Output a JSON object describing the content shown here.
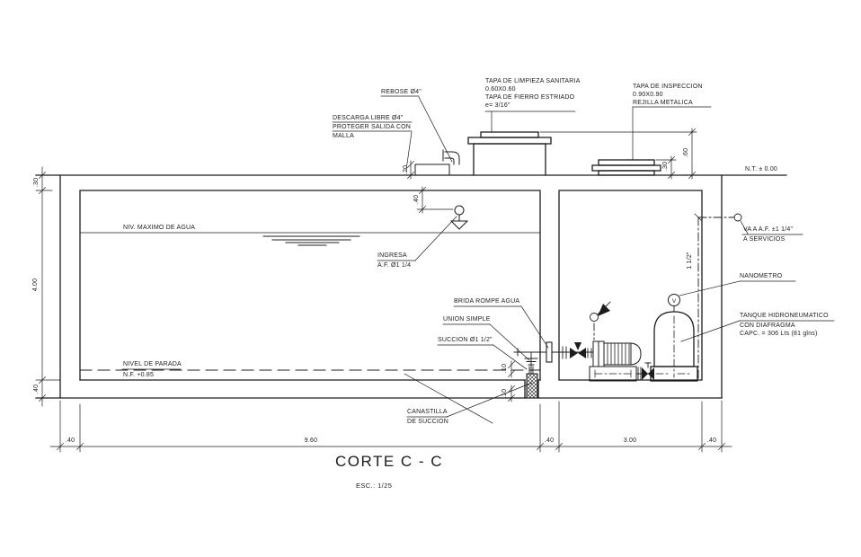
{
  "title": {
    "name": "CORTE C - C",
    "scale": "ESC.:  1/25"
  },
  "callouts": {
    "rebose": "REBOSE Ø4\"",
    "descarga_l1": "DESCARGA LIBRE Ø4\"",
    "descarga_l2": "PROTEGER SALIDA CON",
    "descarga_l3": "MALLA",
    "tapa_limpieza_l1": "TAPA DE LIMPIEZA SANITARIA",
    "tapa_limpieza_l2": "0.60X0.60",
    "tapa_limpieza_l3": "TAPA DE FIERRO ESTRIADO",
    "tapa_limpieza_l4": "e= 3/16\"",
    "tapa_inspeccion_l1": "TAPA DE INSPECCION",
    "tapa_inspeccion_l2": "0.90X0.90",
    "tapa_inspeccion_l3": "REJILLA METALICA",
    "nivel_terreno": "N.T. ± 0.00",
    "va_servicios_l1": "VA A A.F. ±1 1/4\"",
    "va_servicios_l2": "A SERVICIOS",
    "manometro": "NANOMETRO",
    "tanque_l1": "TANQUE HIDRONEUMATICO",
    "tanque_l2": "CON DIAFRAGMA",
    "tanque_l3": "CAPC. = 306 Lts (81 glns)",
    "niv_maximo": "NIV. MAXIMO DE AGUA",
    "ingresa_l1": "INGRESA",
    "ingresa_l2": "A.F. Ø1 1/4",
    "brida": "BRIDA ROMPE AGUA",
    "union": "UNION SIMPLE",
    "succion": "SUCCION Ø1 1/2\"",
    "nivel_parada_l1": "NIVEL DE PARADA",
    "nivel_parada_l2": "N.F. +0.85",
    "canastilla_l1": "CANASTILLA",
    "canastilla_l2": "DE SUCCION",
    "tubo_salida": "1 1/2\"",
    "gauge_letter": "V"
  },
  "dimensions": {
    "left_top": ".30",
    "left_middle": "4.00",
    "left_bottom": ".40",
    "bottom_1": ".40",
    "bottom_2": "9.60",
    "bottom_3": ".40",
    "bottom_4": "3.00",
    "bottom_5": ".40",
    "ledge_height": ".20",
    "float_offset": ".40",
    "inspeccion_height": ".30",
    "limpieza_height": ".60",
    "canastilla_upper": ".10",
    "canastilla_lower": ".10"
  },
  "colors": {
    "ink": "#1c1c1c",
    "background": "#ffffff"
  }
}
